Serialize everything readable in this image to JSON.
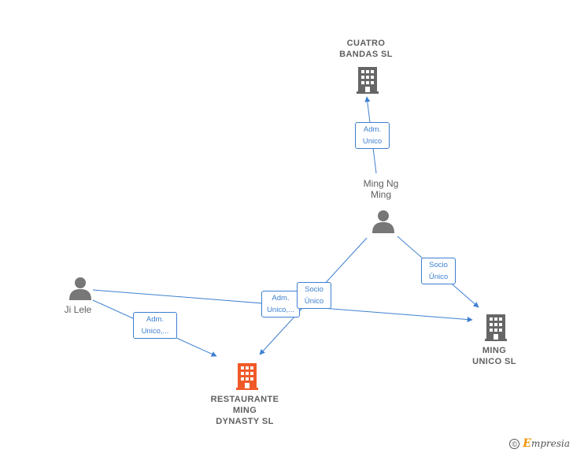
{
  "nodes": {
    "cuatro_bandas": {
      "label": "CUATRO\nBANDAS  SL",
      "type": "company",
      "color": "#666666"
    },
    "ming_ng": {
      "label": "Ming Ng\nMing",
      "type": "person",
      "color": "#777777"
    },
    "ji_lele": {
      "label": "Ji Lele",
      "type": "person",
      "color": "#777777"
    },
    "ming_unico": {
      "label": "MING\nUNICO  SL",
      "type": "company",
      "color": "#666666"
    },
    "restaurante": {
      "label": "RESTAURANTE\nMING\nDYNASTY  SL",
      "type": "company",
      "color": "#f05a28"
    }
  },
  "edges": {
    "e1": {
      "label": "Adm.\nUnico",
      "from": "ming_ng",
      "to": "cuatro_bandas"
    },
    "e2": {
      "label": "Socio\nÚnico",
      "from": "ming_ng",
      "to": "ming_unico"
    },
    "e3": {
      "label": "Socio\nÚnico",
      "from": "ming_ng",
      "to": "restaurante"
    },
    "e4": {
      "label": "Adm.\nUnico,...",
      "from": "ji_lele",
      "to": "restaurante"
    },
    "e5": {
      "label": "Adm.\nUnico,...",
      "from": "ji_lele",
      "to": "ming_unico"
    }
  },
  "colors": {
    "edge": "#3d7fd0",
    "accent": "#f05a28",
    "icon": "#666666"
  },
  "footer": {
    "copyright": "©",
    "brand_initial": "E",
    "brand_rest": "mpresia"
  }
}
